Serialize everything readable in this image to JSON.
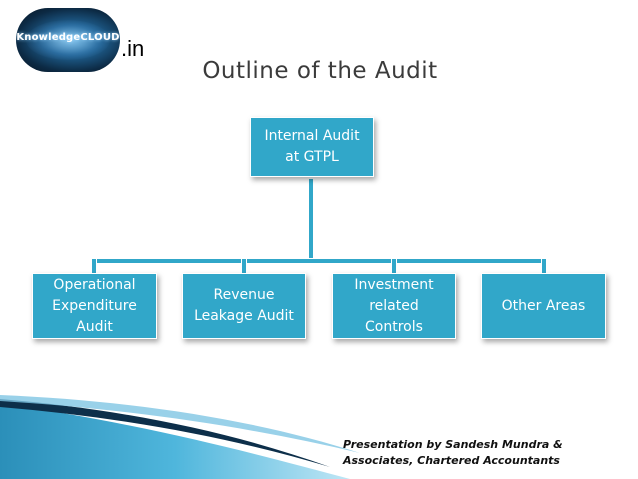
{
  "logo": {
    "text": "KnowledgeCLOUD",
    "suffix": ".in"
  },
  "title": "Outline of the Audit",
  "diagram": {
    "root": "Internal Audit\nat GTPL",
    "children": [
      "Operational\nExpenditure\nAudit",
      "Revenue\nLeakage Audit",
      "Investment\nrelated\nControls",
      "Other Areas"
    ]
  },
  "footer": {
    "line1": "Presentation by Sandesh Mundra &",
    "line2": "Associates, Chartered Accountants"
  },
  "colors": {
    "box": "#31a7c9",
    "title": "#3b3b3b",
    "swoosh_dark": "#0d2f4a",
    "swoosh_light": "#3ea9d1"
  }
}
